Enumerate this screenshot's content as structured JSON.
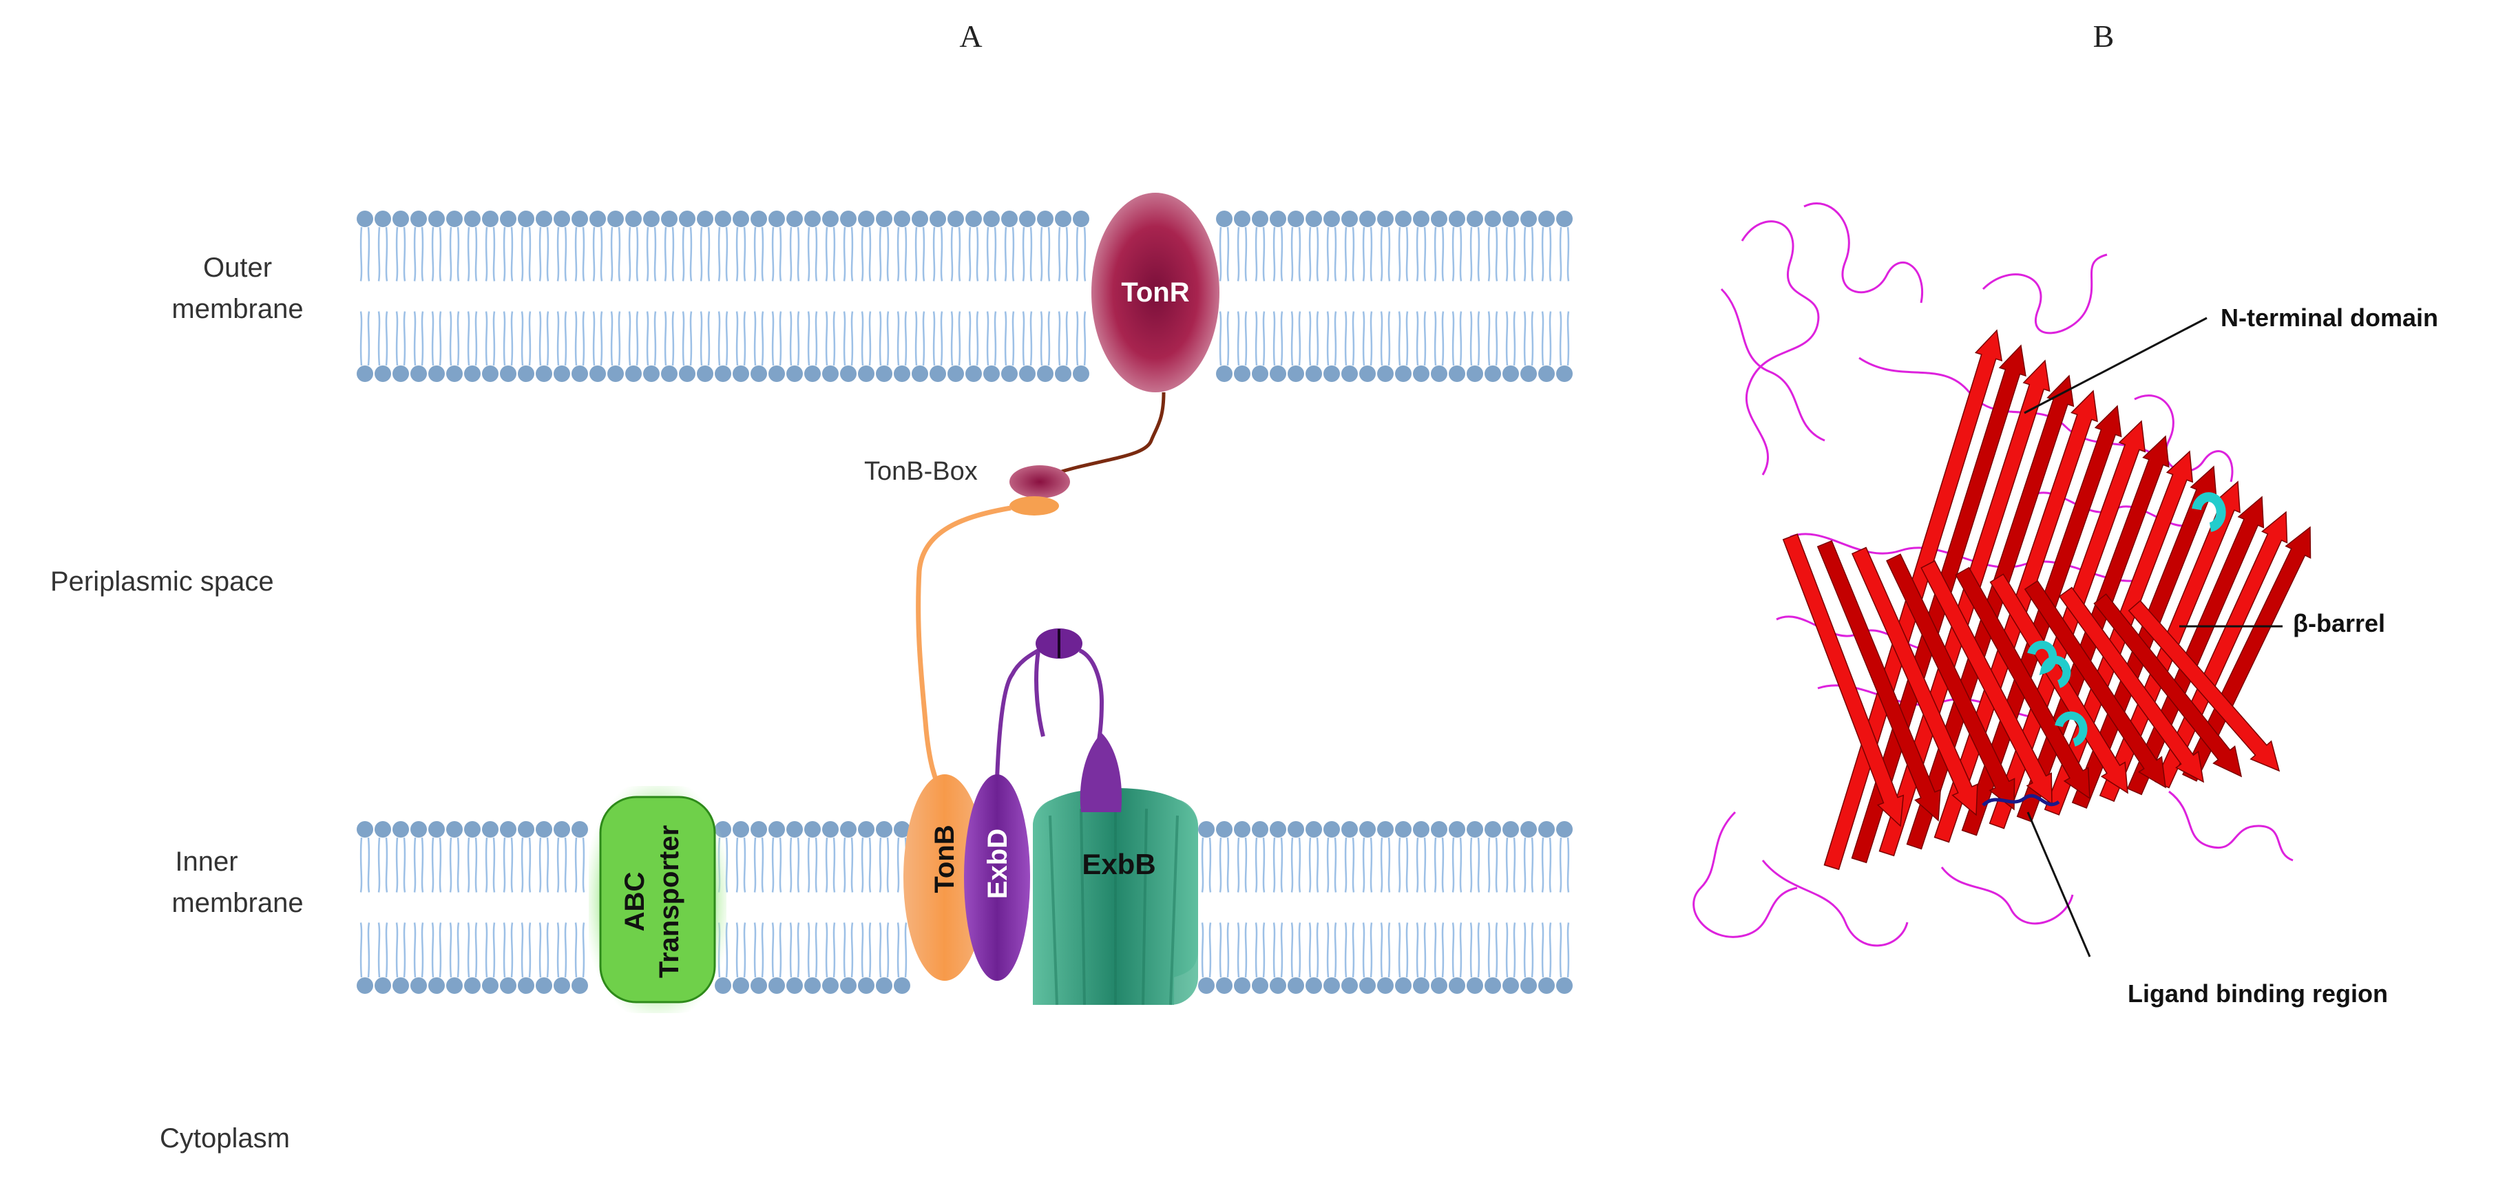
{
  "panels": {
    "a": {
      "letter": "A"
    },
    "b": {
      "letter": "B"
    }
  },
  "regions": {
    "outer_membrane": [
      "Outer",
      "membrane"
    ],
    "periplasmic_space": "Periplasmic space",
    "inner_membrane": [
      "Inner",
      "membrane"
    ],
    "cytoplasm": "Cytoplasm"
  },
  "proteins": {
    "tonr": "TonR",
    "tonb_box": "TonB-Box",
    "tonb": "TonB",
    "exbd": "ExbD",
    "exbb": "ExbB",
    "abc_transporter": [
      "ABC",
      "Transporter"
    ]
  },
  "structure_labels": {
    "n_terminal": "N-terminal domain",
    "beta_barrel": "β-barrel",
    "ligand_binding": "Ligand binding region"
  },
  "colors": {
    "lipid_head": "#7fa3c8",
    "lipid_tail": "#9dc0e6",
    "tonr": "#a8244f",
    "tonb": "#f8a45c",
    "exbd": "#7a2fa0",
    "exbb": "#2f9a7a",
    "abc": "#6fd04a",
    "strand": "#ee1111",
    "loop": "#dd22dd",
    "helix": "#22cccc"
  }
}
